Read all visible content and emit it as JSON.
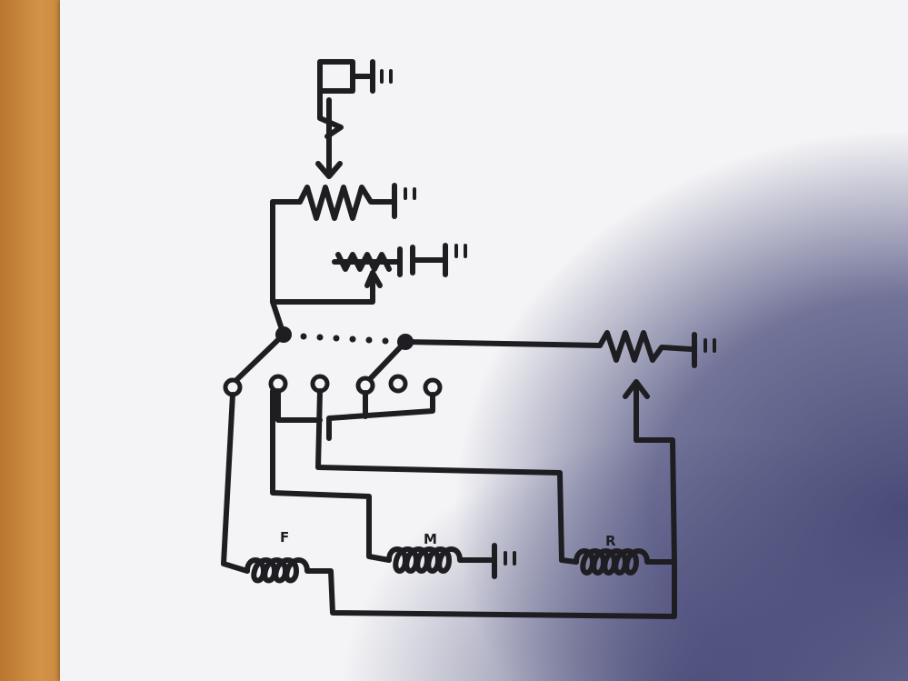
{
  "diagram": {
    "labels": {
      "winding_left": "F",
      "winding_mid": "M",
      "winding_right": "R"
    },
    "ink_color": "#1e1e22",
    "paper_color": "#f4f4f6",
    "desk_color": "#c98a3e",
    "shadow_color": "#3c3e6e"
  }
}
